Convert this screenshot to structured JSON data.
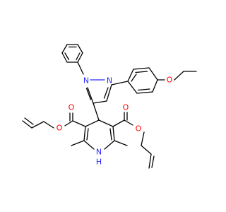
{
  "molecule": {
    "colors": {
      "carbon": "#000000",
      "nitrogen": "#2a2aff",
      "oxygen": "#ff0000",
      "background": "#ffffff"
    },
    "atom_labels": {
      "n_pyrazole_1": "N",
      "n_pyrazole_2": "N",
      "o_ether": "O",
      "o_carbonyl_left": "O",
      "o_ester_left": "O",
      "o_carbonyl_right": "O",
      "o_ester_right": "O",
      "nh_dihydropyridine": "N",
      "h_dihydropyridine": "H"
    }
  }
}
